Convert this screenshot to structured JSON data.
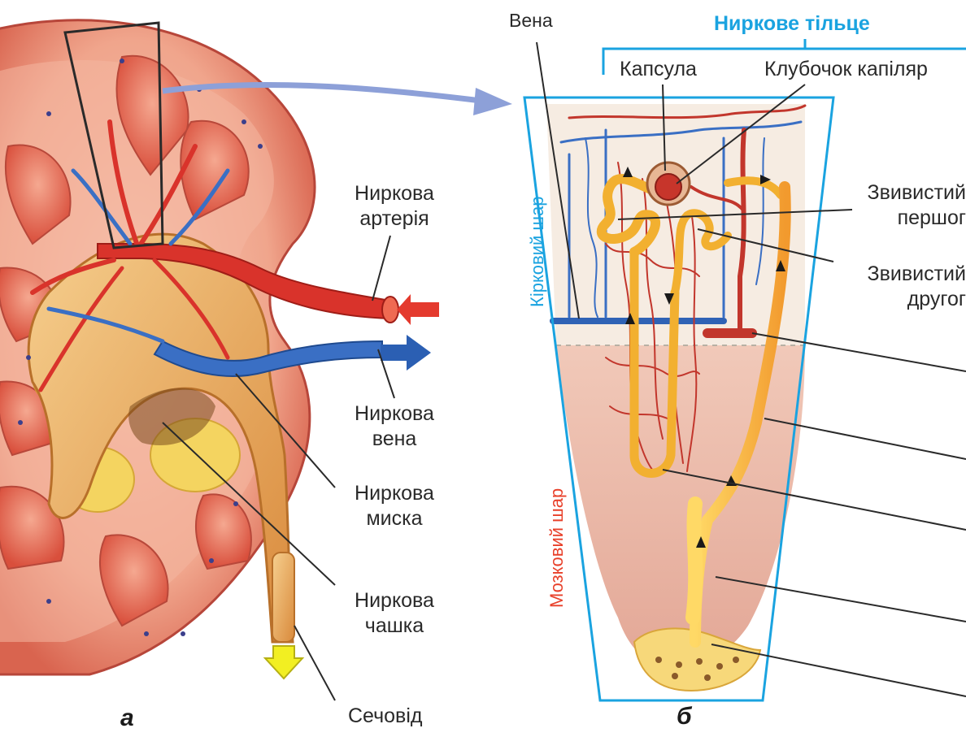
{
  "panel_a": {
    "letter": "а",
    "labels": {
      "artery_1": "Ниркова",
      "artery_2": "артерія",
      "vein_1": "Ниркова",
      "vein_2": "вена",
      "pelvis_1": "Ниркова",
      "pelvis_2": "миска",
      "calyx_1": "Ниркова",
      "calyx_2": "чашка",
      "ureter": "Сечовід"
    }
  },
  "panel_b": {
    "letter": "б",
    "group_title": "Ниркове тільце",
    "labels": {
      "vein": "Вена",
      "capsule": "Капсула",
      "glomerulus": "Клубочок капіляр",
      "tubule1_1": "Звивистий",
      "tubule1_2": "першог",
      "tubule2_1": "Звивистий",
      "tubule2_2": "другог"
    },
    "layer_cortex": "Кірковий шар",
    "layer_medulla": "Мозковий шар"
  },
  "colors": {
    "label_blue": "#1aa3e0",
    "layer_red": "#e8402a",
    "artery": "#d9332b",
    "vein": "#3a6fc4",
    "tubule": "#f2a93b",
    "kidney_tissue": "#f0a08c"
  }
}
